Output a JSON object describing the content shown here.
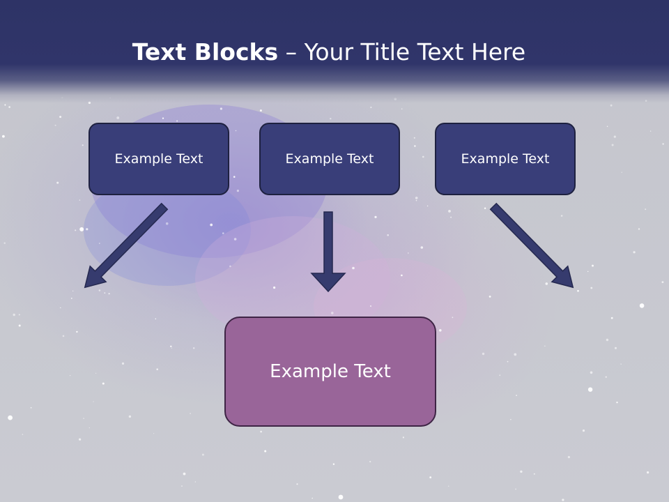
{
  "slide": {
    "title_bold": "Text Blocks",
    "title_dash": " – ",
    "title_rest": "Your Title Text Here"
  },
  "diagram": {
    "top_blocks": [
      {
        "label": "Example Text"
      },
      {
        "label": "Example Text"
      },
      {
        "label": "Example Text"
      }
    ],
    "bottom_block": {
      "label": "Example Text"
    }
  },
  "colors": {
    "header": "#30356a",
    "block_fill": "#393e79",
    "bottom_block_fill": "#996599",
    "arrow_fill": "#363b6e",
    "text": "#ffffff"
  }
}
